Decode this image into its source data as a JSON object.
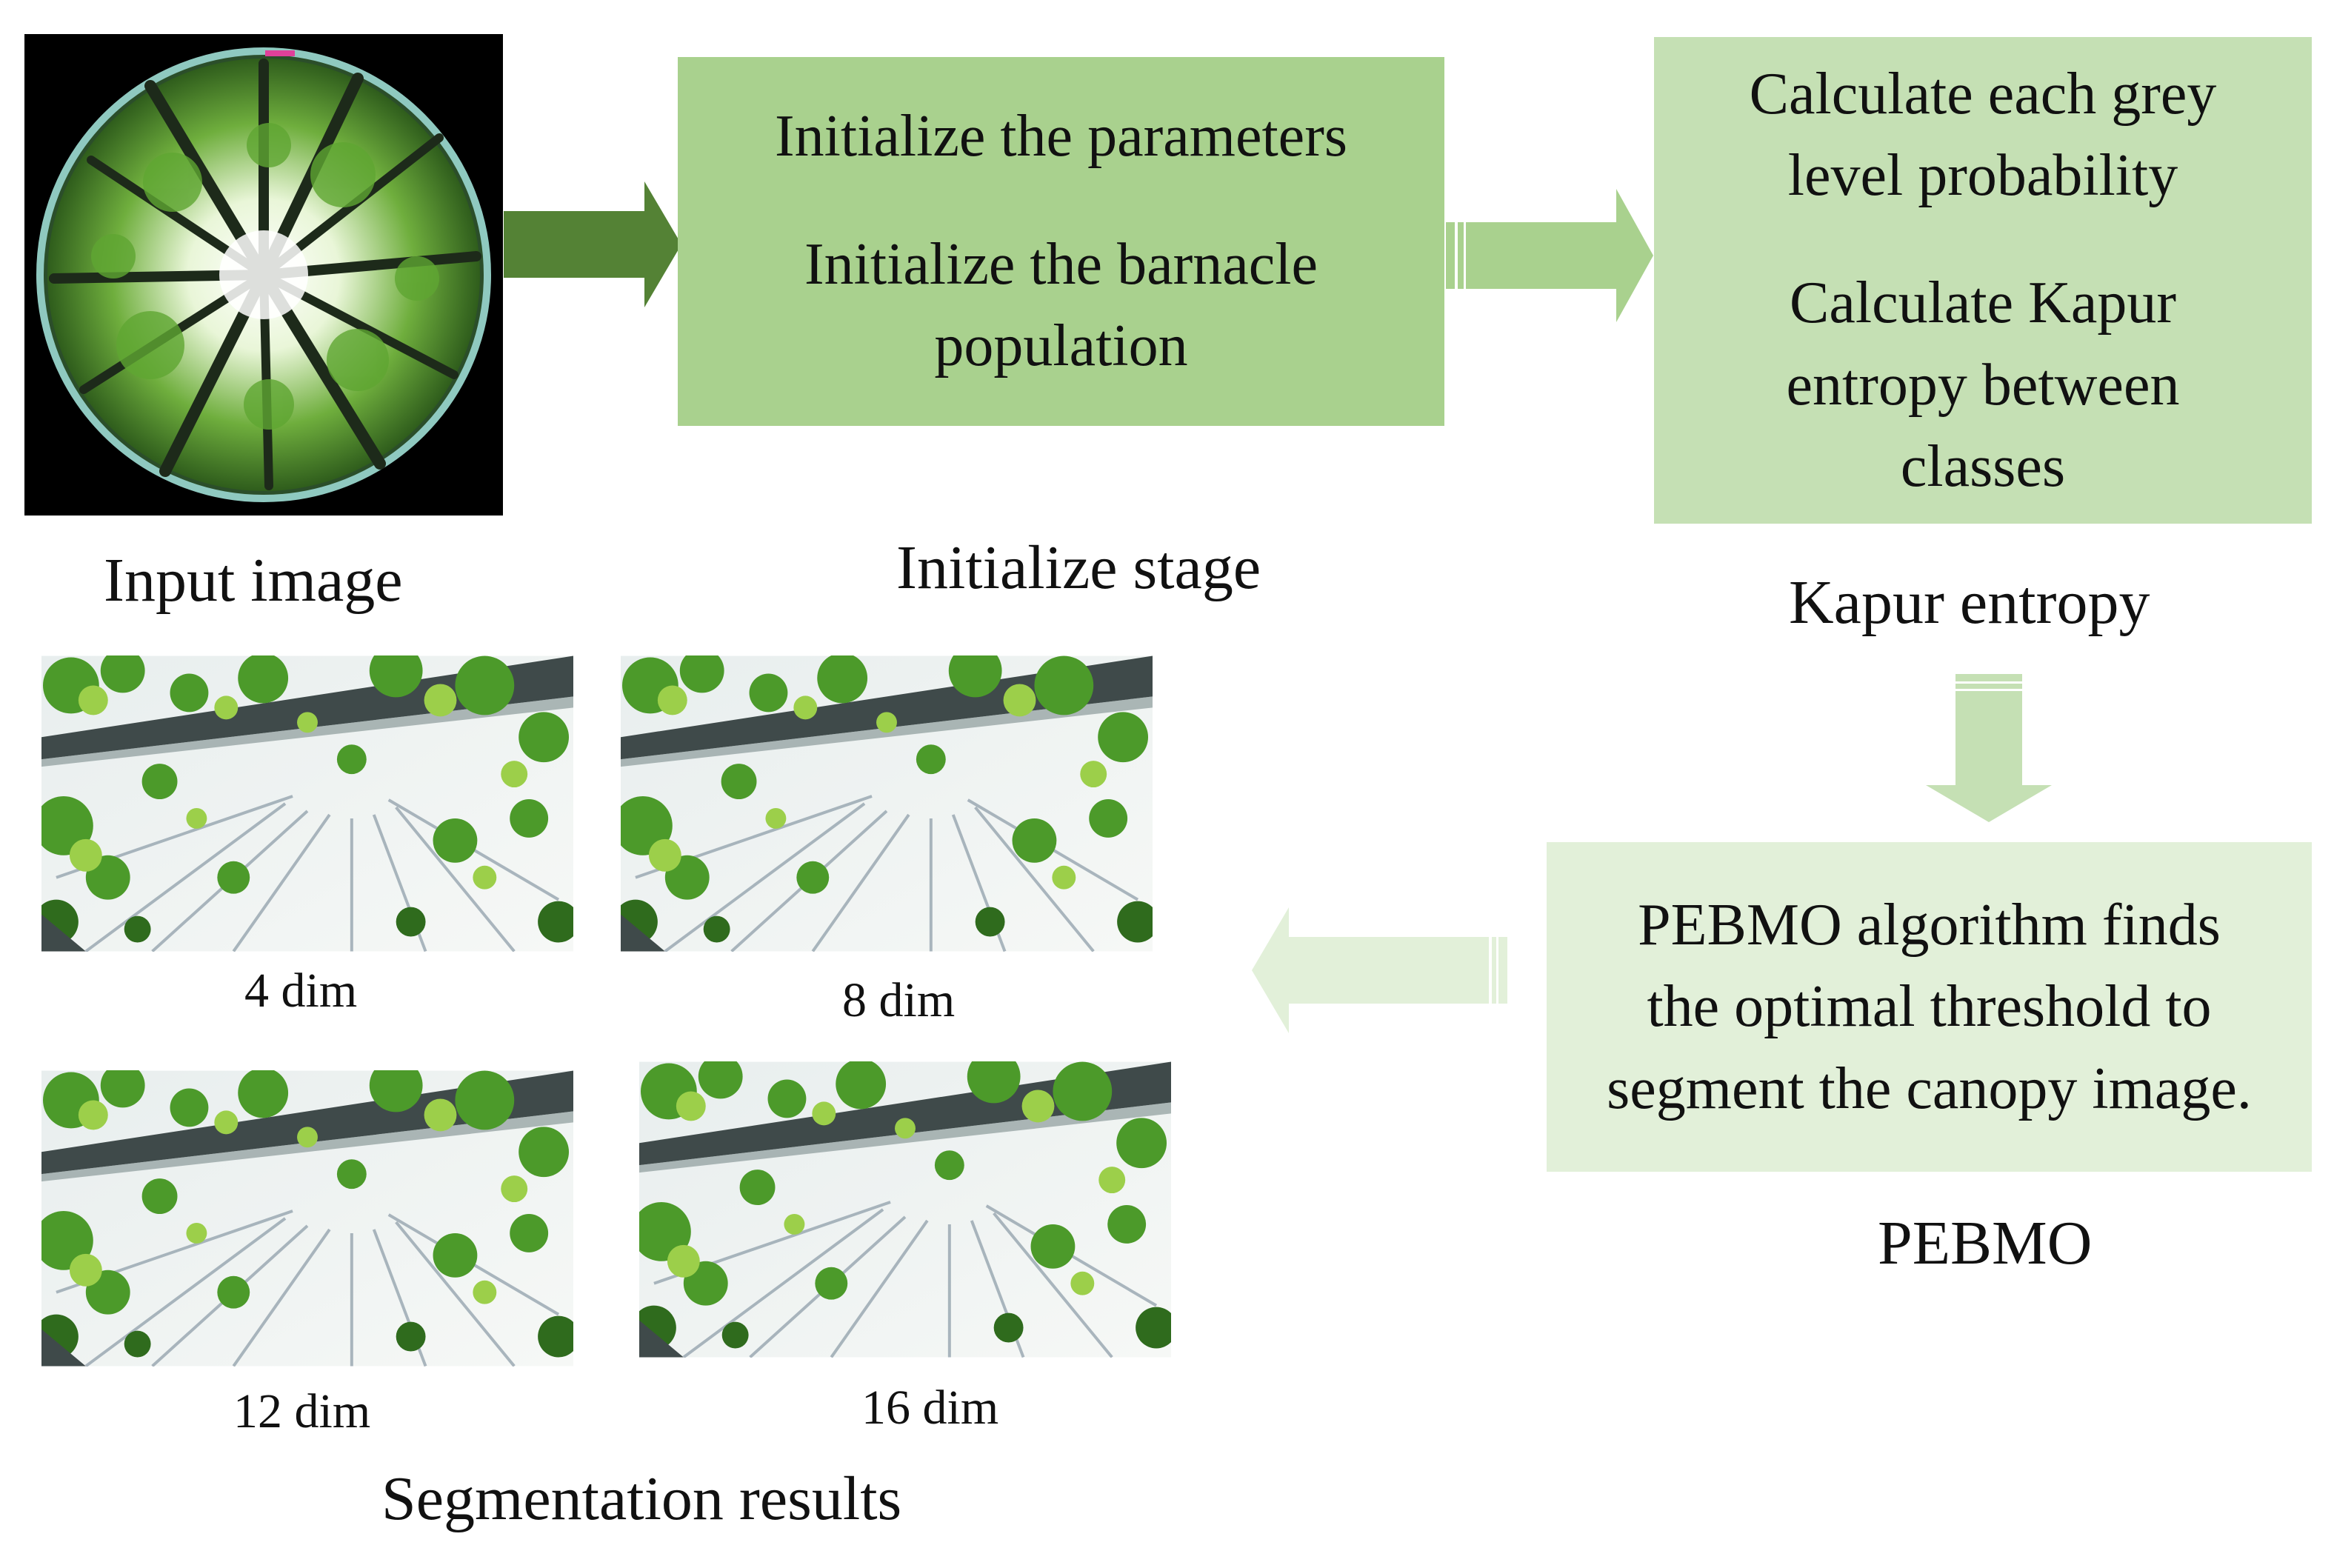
{
  "colors": {
    "box_init": "#a9d18e",
    "box_kapur": "#c5e0b4",
    "box_pebmo": "#e2f0d9",
    "arrow_dark": "#548235",
    "arrow_mid": "#a9d18e",
    "arrow_light": "#c5e0b4",
    "arrow_pale": "#e2f0d9"
  },
  "input": {
    "caption": "Input image"
  },
  "init_stage": {
    "lines": [
      "Initialize the parameters",
      "Initialize the barnacle",
      "population"
    ],
    "caption": "Initialize stage"
  },
  "kapur": {
    "lines": [
      "Calculate each grey",
      "level probability",
      "Calculate Kapur",
      "entropy between",
      "classes"
    ],
    "caption": "Kapur entropy"
  },
  "pebmo": {
    "lines": [
      "PEBMO algorithm finds",
      "the optimal threshold to",
      "segment the canopy image."
    ],
    "caption": "PEBMO"
  },
  "segmentation": {
    "caption": "Segmentation results",
    "results": [
      {
        "label": "4 dim"
      },
      {
        "label": "8 dim"
      },
      {
        "label": "12 dim"
      },
      {
        "label": "16 dim"
      }
    ]
  }
}
